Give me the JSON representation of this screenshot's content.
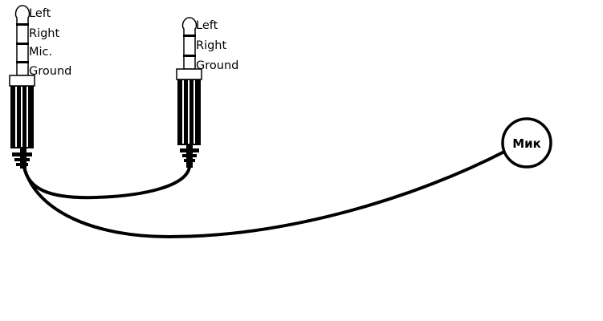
{
  "plug_4pole": {
    "labels": [
      "Left",
      "Right",
      "Mic.",
      "Ground"
    ]
  },
  "plug_3pole": {
    "labels": [
      "Left",
      "Right",
      "Ground"
    ]
  },
  "microphone": {
    "label": "Мик"
  },
  "colors": {
    "line": "#000000",
    "background": "#ffffff"
  }
}
